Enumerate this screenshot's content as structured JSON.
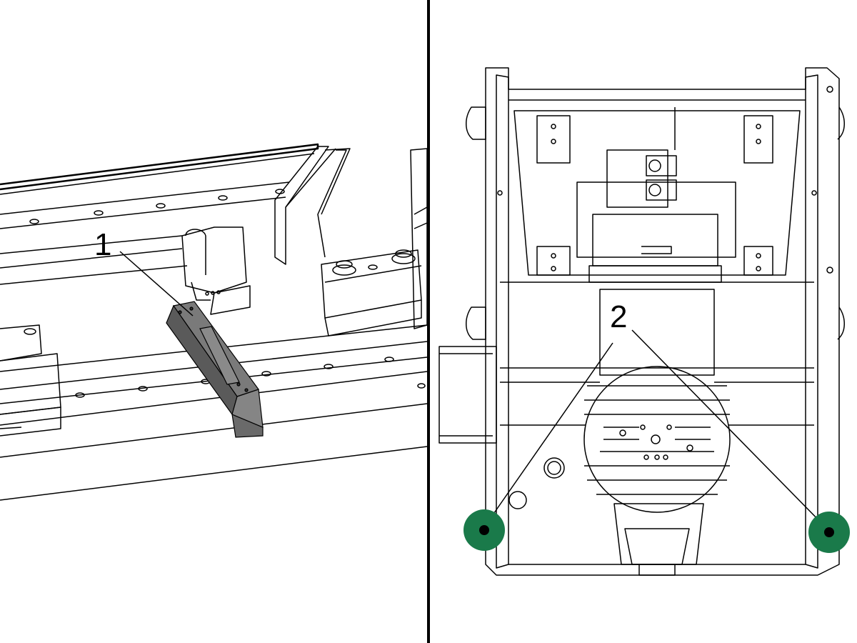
{
  "panels": [
    {
      "id": "left",
      "callouts": [
        {
          "label": "1"
        }
      ]
    },
    {
      "id": "right",
      "callouts": [
        {
          "label": "2"
        }
      ]
    }
  ],
  "colors": {
    "line": "#000000",
    "part_fill": "#777777",
    "part_dark": "#555555",
    "marker": "#1a7a4a",
    "marker_dot": "#000000"
  },
  "icons": [
    "leveling-pad-marker-left",
    "leveling-pad-marker-right",
    "alignment-tool-part"
  ]
}
